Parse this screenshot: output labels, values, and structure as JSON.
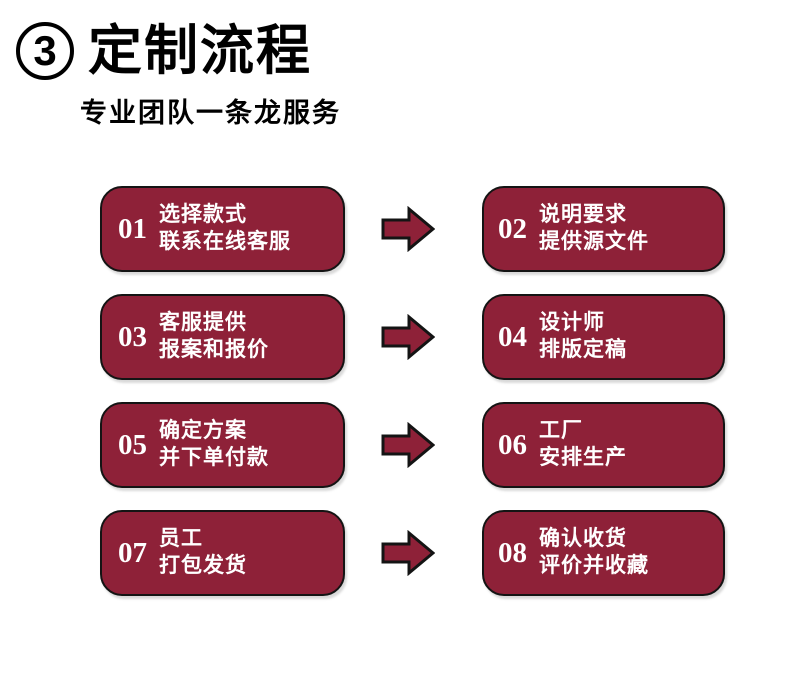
{
  "header": {
    "section_number": "3",
    "title": "定制流程",
    "subtitle": "专业团队一条龙服务"
  },
  "colors": {
    "box_fill": "#8E2138",
    "box_border": "#141414",
    "arrow_fill": "#8E2138",
    "arrow_border": "#141414",
    "text": "#FFFFFF",
    "background": "#FFFFFF"
  },
  "flow": {
    "arrow_icon": "arrow-right-icon",
    "rows": [
      {
        "left": {
          "number": "01",
          "line1": "选择款式",
          "line2": "联系在线客服"
        },
        "right": {
          "number": "02",
          "line1": "说明要求",
          "line2": "提供源文件"
        }
      },
      {
        "left": {
          "number": "03",
          "line1": "客服提供",
          "line2": "报案和报价"
        },
        "right": {
          "number": "04",
          "line1": "设计师",
          "line2": "排版定稿"
        }
      },
      {
        "left": {
          "number": "05",
          "line1": "确定方案",
          "line2": "并下单付款"
        },
        "right": {
          "number": "06",
          "line1": "工厂",
          "line2": "安排生产"
        }
      },
      {
        "left": {
          "number": "07",
          "line1": "员工",
          "line2": "打包发货"
        },
        "right": {
          "number": "08",
          "line1": "确认收货",
          "line2": "评价并收藏"
        }
      }
    ]
  }
}
